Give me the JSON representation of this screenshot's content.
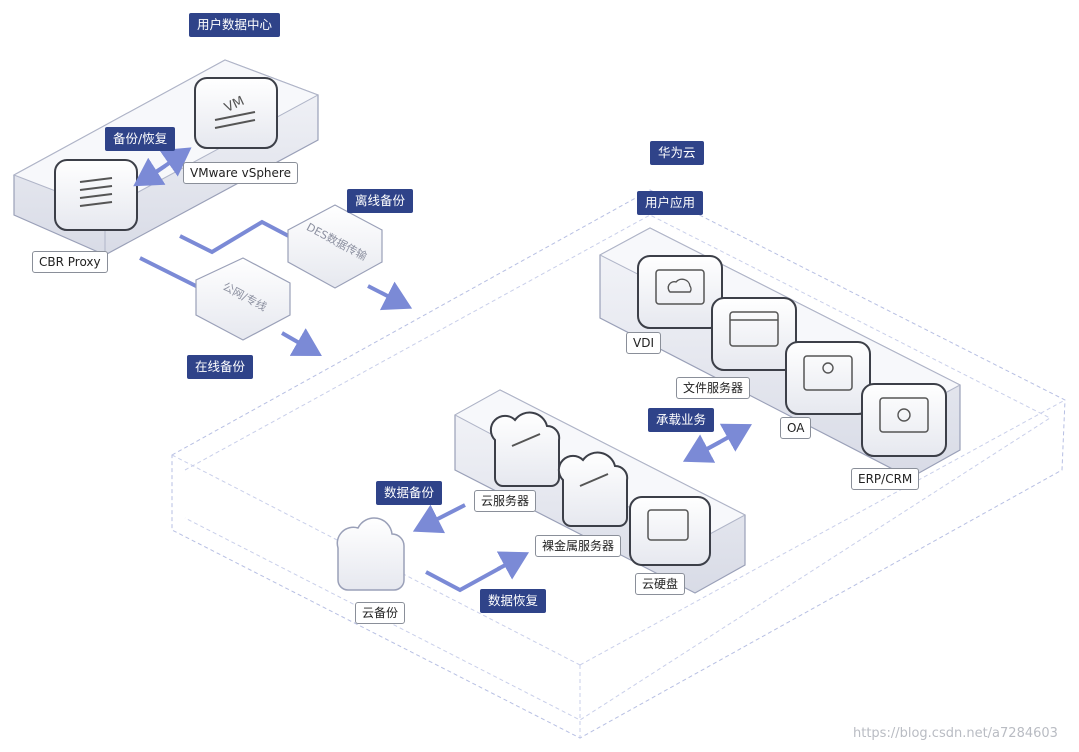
{
  "groups": {
    "user_datacenter": "用户数据中心",
    "huawei_cloud": "华为云",
    "user_apps": "用户应用"
  },
  "flows": {
    "backup_restore": "备份/恢复",
    "offline_backup": "离线备份",
    "online_backup": "在线备份",
    "carry_business": "承载业务",
    "data_backup": "数据备份",
    "data_restore": "数据恢复"
  },
  "devices": {
    "cbr_proxy": "CBR Proxy",
    "vmware": "VMware vSphere",
    "vm_face": "VM",
    "des_face": "DES数据传输",
    "public_net_face": "公网/专线"
  },
  "apps": {
    "vdi": "VDI",
    "file_server": "文件服务器",
    "oa": "OA",
    "erp_crm": "ERP/CRM"
  },
  "cloud": {
    "cloud_server": "云服务器",
    "bare_metal": "裸金属服务器",
    "cloud_disk": "云硬盘",
    "cloud_backup": "云备份"
  },
  "watermark": "https://blog.csdn.net/a7284603",
  "colors": {
    "tag_bg": "#2f4389",
    "arrow": "#7b8ad6",
    "outline": "#9aa0b8"
  }
}
